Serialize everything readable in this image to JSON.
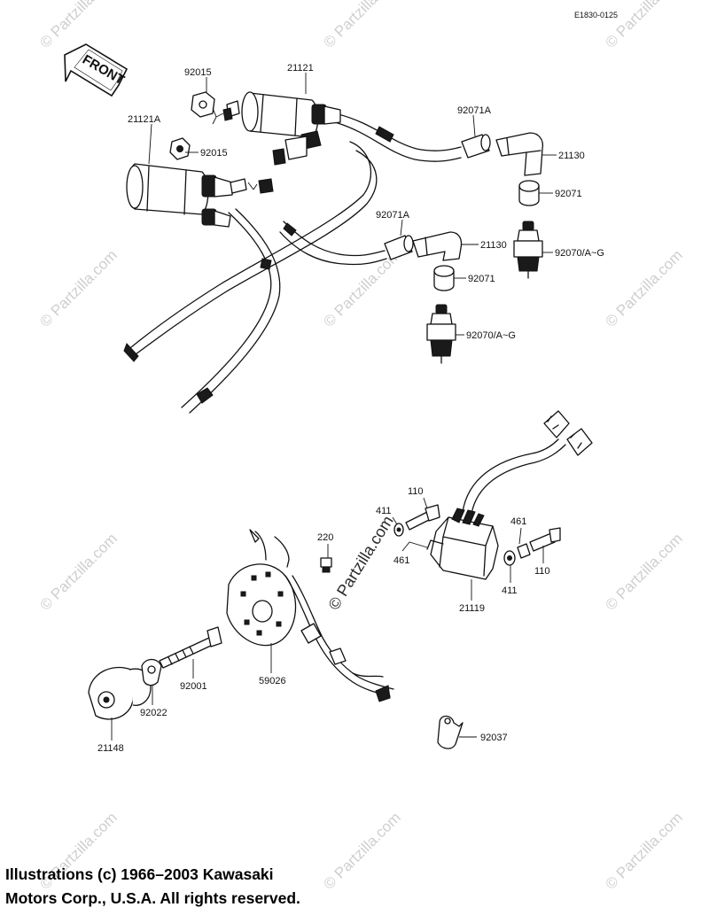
{
  "ref_code": "E1830-0125",
  "front_arrow_label": "FRONT",
  "watermark_text": "© Partzilla.com",
  "callouts": {
    "nut_left": "92015",
    "nut_upper": "92015",
    "coil_right": "21121",
    "coil_left": "21121A",
    "cap_seal_upper": "92071A",
    "plug_cap_upper": "21130",
    "seal_upper": "92071",
    "spark_plug_upper": "92070/A~G",
    "cap_seal_lower": "92071A",
    "plug_cap_lower": "21130",
    "seal_lower": "92071",
    "spark_plug_lower": "92070/A~G",
    "bolt_left": "110",
    "washer_left": "411",
    "collar_left": "461",
    "screw_220": "220",
    "igniter": "21119",
    "collar_right": "461",
    "washer_right": "411",
    "bolt_right": "110",
    "pickup_plate": "59026",
    "bolt_92001": "92001",
    "clamp_92022": "92022",
    "rotor_21148": "21148",
    "clamp_92037": "92037"
  },
  "copyright": {
    "line1": "Illustrations (c) 1966–2003 Kawasaki",
    "line2": "Motors Corp., U.S.A.  All rights reserved."
  }
}
